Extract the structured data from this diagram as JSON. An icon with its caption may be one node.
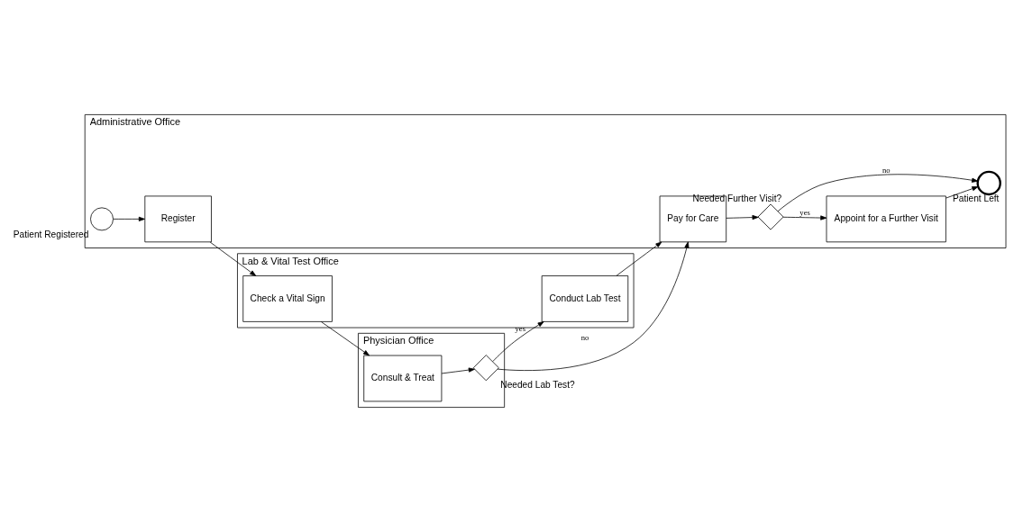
{
  "diagram": {
    "nodes": [
      {
        "text": [
          "Administrative Office"
        ]
      },
      {
        "text": [],
        "shape": "circle",
        "beside": [
          "Patient Registered"
        ],
        "in": 0
      },
      {
        "text": [
          "Register"
        ],
        "in": 0
      },
      {
        "text": [
          "Pay for Care"
        ],
        "in": 0
      },
      {
        "text": [],
        "shape": "diamond",
        "beside": [
          "Needed Further Visit?"
        ],
        "in": 0
      },
      {
        "text": [
          "Appoint for a Further Visit"
        ],
        "in": 0
      },
      {
        "text": [],
        "shape": "circle",
        "beside": [
          "Patient Left"
        ],
        "in": 0
      },
      {
        "text": [
          "Lab & Vital Test Office"
        ]
      },
      {
        "text": [
          "Check a Vital Sign"
        ],
        "in": 7
      },
      {
        "text": [
          "Conduct Lab Test"
        ],
        "in": 7
      },
      {
        "text": [
          "Physician Office"
        ]
      },
      {
        "text": [
          "Consult & Treat"
        ],
        "in": 10
      },
      {
        "text": [],
        "shape": "diamond",
        "beside": [
          "Needed Lab Test?"
        ],
        "in": 10
      }
    ],
    "edges": [
      {
        "from": 1,
        "to": 2,
        "arrow": "to"
      },
      {
        "from": 2,
        "to": 8,
        "arrow": "to"
      },
      {
        "from": 8,
        "to": 11,
        "arrow": "to"
      },
      {
        "from": 11,
        "to": 12,
        "arrow": "to"
      },
      {
        "from": 12,
        "to": 3,
        "arrow": "to",
        "label": "no"
      },
      {
        "from": 12,
        "to": 9,
        "arrow": "to",
        "label": "yes"
      },
      {
        "from": 9,
        "to": 3,
        "arrow": "to"
      },
      {
        "from": 3,
        "to": 4,
        "arrow": "to"
      },
      {
        "from": 4,
        "to": 5,
        "arrow": "to",
        "label": "yes"
      },
      {
        "from": 4,
        "to": 6,
        "arrow": "to",
        "label": "no"
      },
      {
        "from": 5,
        "to": 6,
        "arrow": "to"
      }
    ]
  }
}
